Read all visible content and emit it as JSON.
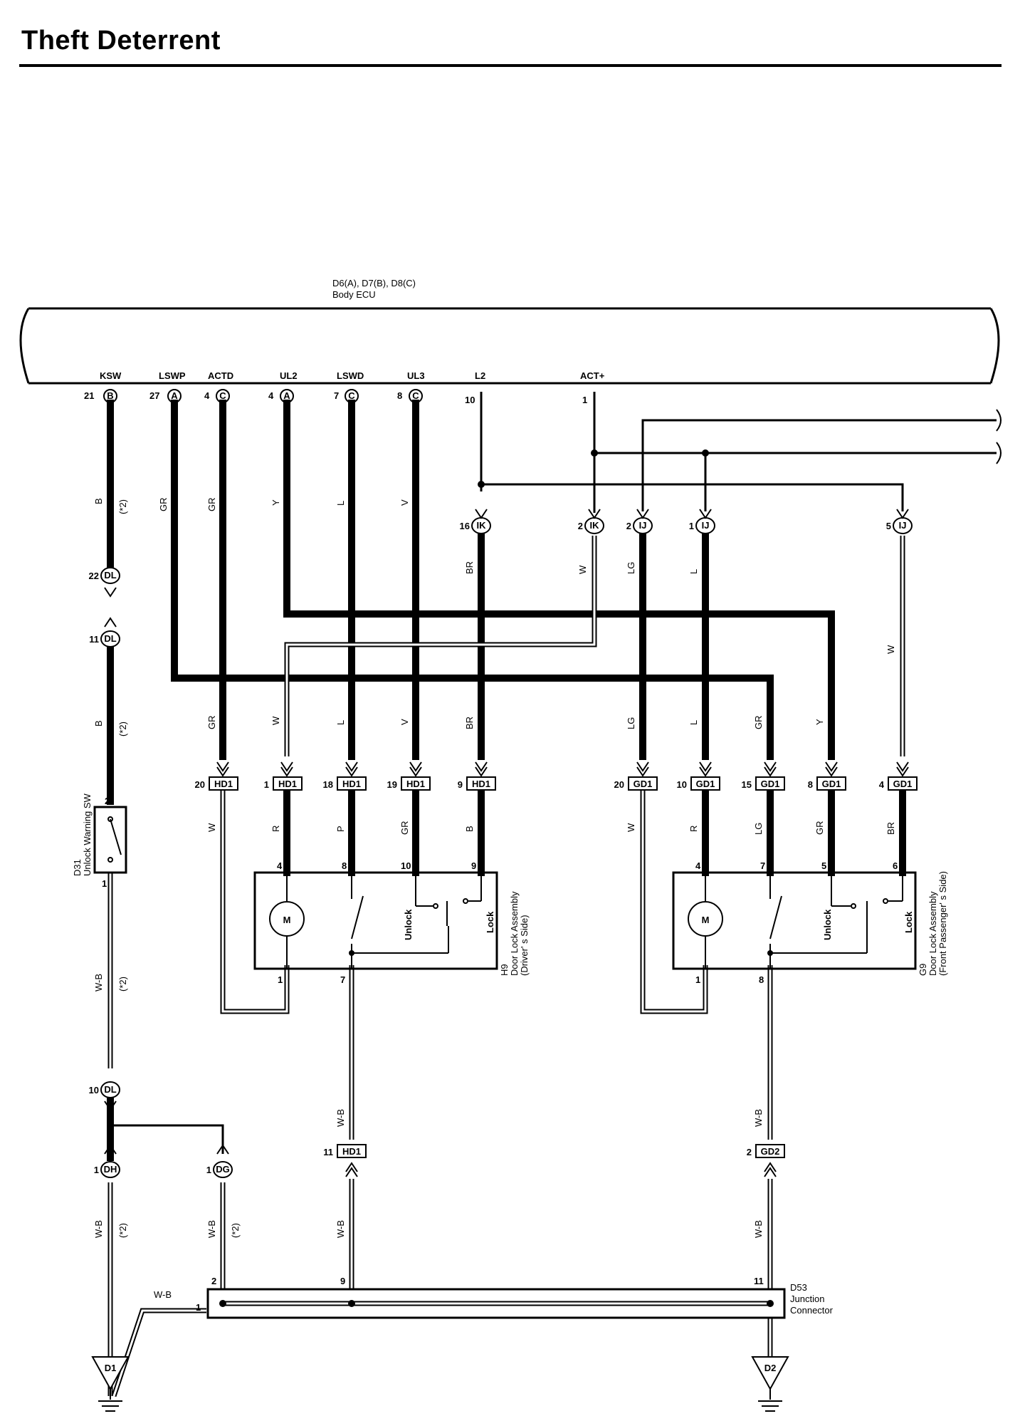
{
  "title": "Theft Deterrent",
  "ecu": {
    "connectors": "D6(A), D7(B), D8(C)",
    "name": "Body ECU",
    "terminals": [
      {
        "signal": "KSW",
        "pin": "21",
        "conn": "B"
      },
      {
        "signal": "LSWP",
        "pin": "27",
        "conn": "A"
      },
      {
        "signal": "ACTD",
        "pin": "4",
        "conn": "C"
      },
      {
        "signal": "UL2",
        "pin": "4",
        "conn": "A"
      },
      {
        "signal": "LSWD",
        "pin": "7",
        "conn": "C"
      },
      {
        "signal": "UL3",
        "pin": "8",
        "conn": "C"
      },
      {
        "signal": "L2",
        "pin": "10",
        "conn": ""
      },
      {
        "signal": "ACT+",
        "pin": "1",
        "conn": ""
      }
    ]
  },
  "wire_colors": {
    "b": "B",
    "gr": "GR",
    "y": "Y",
    "l": "L",
    "v": "V",
    "br": "BR",
    "w": "W",
    "lg": "LG",
    "r": "R",
    "p": "P",
    "wb": "W-B",
    "note": "(*2)"
  },
  "inline_connectors": {
    "ik16": {
      "pin": "16",
      "code": "IK"
    },
    "ik2": {
      "pin": "2",
      "code": "IK"
    },
    "ij2": {
      "pin": "2",
      "code": "IJ"
    },
    "ij1": {
      "pin": "1",
      "code": "IJ"
    },
    "ij5": {
      "pin": "5",
      "code": "IJ"
    },
    "dl22": {
      "pin": "22",
      "code": "DL"
    },
    "dl11": {
      "pin": "11",
      "code": "DL"
    },
    "dl10": {
      "pin": "10",
      "code": "DL"
    },
    "dh1": {
      "pin": "1",
      "code": "DH"
    },
    "dg1": {
      "pin": "1",
      "code": "DG"
    }
  },
  "hd1_pins": [
    "20",
    "1",
    "18",
    "19",
    "9"
  ],
  "gd1_pins": [
    "20",
    "10",
    "15",
    "8",
    "4"
  ],
  "hd1_code": "HD1",
  "gd1_code": "GD1",
  "hd1_lower": {
    "pin": "11",
    "code": "HD1"
  },
  "gd2_lower": {
    "pin": "2",
    "code": "GD2"
  },
  "unlock_switch": {
    "id": "D31",
    "name": "Unlock Warning SW",
    "pin_top": "2",
    "pin_bottom": "1"
  },
  "door_driver": {
    "id": "H9",
    "name": "Door Lock Assembly",
    "side": "(Driver' s Side)",
    "top_pins": [
      "4",
      "8",
      "10",
      "9"
    ],
    "bottom_pins": [
      "1",
      "7"
    ],
    "motor": "M",
    "unlock": "Unlock",
    "lock": "Lock"
  },
  "door_passenger": {
    "id": "G9",
    "name": "Door Lock Assembly",
    "side": "(Front Passenger' s Side)",
    "top_pins": [
      "4",
      "7",
      "5",
      "6"
    ],
    "bottom_pins": [
      "1",
      "8"
    ],
    "motor": "M",
    "unlock": "Unlock",
    "lock": "Lock"
  },
  "junction": {
    "id": "D53",
    "name": "Junction",
    "name2": "Connector",
    "pins": [
      "1",
      "2",
      "9",
      "11"
    ]
  },
  "grounds": [
    "D1",
    "D2"
  ]
}
